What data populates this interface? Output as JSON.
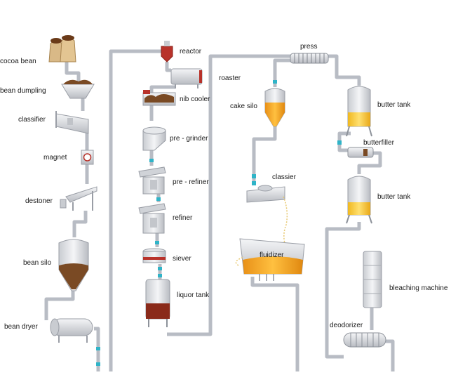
{
  "diagram": {
    "labels": {
      "cocoa_bean": "cocoa bean",
      "bean_dumpling": "bean dumpling",
      "classifier_left": "classifier",
      "magnet": "magnet",
      "destoner": "destoner",
      "bean_silo": "bean silo",
      "bean_dryer": "bean dryer",
      "reactor": "reactor",
      "roaster": "roaster",
      "nib_cooler": "nib cooler",
      "pre_grinder": "pre - grinder",
      "pre_refiner": "pre - refiner",
      "refiner": "refiner",
      "siever": "siever",
      "liquor_tank": "liquor tank",
      "press": "press",
      "cake_silo": "cake silo",
      "classier": "classier",
      "fluidizer": "fluidizer",
      "butter_tank_1": "butter tank",
      "butterfiller": "butterfiller",
      "butter_tank_2": "butter tank",
      "bleaching_machine": "bleaching machine",
      "deodorizer": "deodorizer"
    },
    "colors": {
      "pipe": "#b8bcc4",
      "pipe_dark": "#8d929a",
      "valve": "#2fb4c8",
      "cocoa": "#7a4a24",
      "orange": "#f0a020",
      "yellow": "#f5c83a",
      "metal": "#dcdee2",
      "red": "#b8322a"
    }
  }
}
